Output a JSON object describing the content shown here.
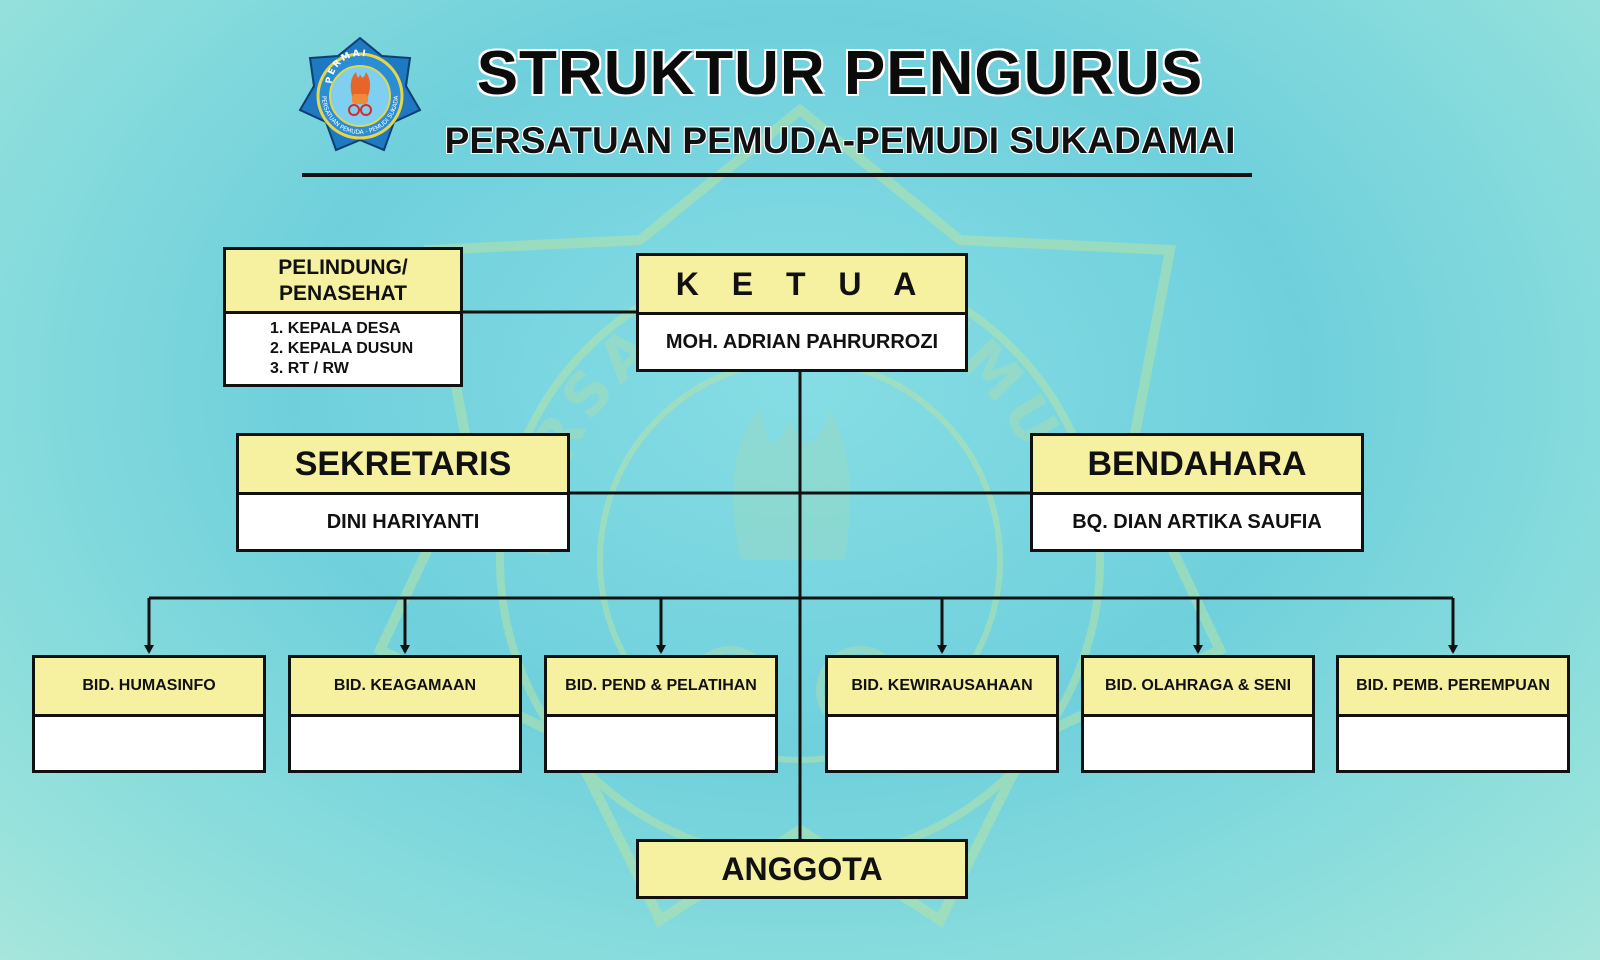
{
  "header": {
    "title": "STRUKTUR PENGURUS",
    "subtitle": "PERSATUAN PEMUDA-PEMUDI SUKADAMAI"
  },
  "logo": {
    "top_text": "PERMAI",
    "ring_text": "PERSATUAN PEMUDA - PEMUDI SUKADAMAI"
  },
  "watermark": {
    "text": "PERSATUAN PEMUDA - PEMUDI SUKADAMAI"
  },
  "colors": {
    "header_fill": "#f5f1a1",
    "box_fill": "#ffffff",
    "line": "#111111",
    "bg": "#7fd8e0"
  },
  "chart": {
    "pelindung": {
      "title": "PELINDUNG/ PENASEHAT",
      "members": [
        "1. KEPALA DESA",
        "2. KEPALA DUSUN",
        "3. RT / RW"
      ]
    },
    "ketua": {
      "title": "K E T U A",
      "name": "MOH. ADRIAN PAHRURROZI"
    },
    "sekretaris": {
      "title": "SEKRETARIS",
      "name": "DINI HARIYANTI"
    },
    "bendahara": {
      "title": "BENDAHARA",
      "name": "BQ. DIAN ARTIKA SAUFIA"
    },
    "bidang": [
      {
        "title": "BID. HUMASINFO",
        "name": ""
      },
      {
        "title": "BID. KEAGAMAAN",
        "name": ""
      },
      {
        "title": "BID. PEND & PELATIHAN",
        "name": ""
      },
      {
        "title": "BID. KEWIRAUSAHAAN",
        "name": ""
      },
      {
        "title": "BID. OLAHRAGA & SENI",
        "name": ""
      },
      {
        "title": "BID. PEMB. PEREMPUAN",
        "name": ""
      }
    ],
    "anggota": {
      "title": "ANGGOTA"
    }
  }
}
